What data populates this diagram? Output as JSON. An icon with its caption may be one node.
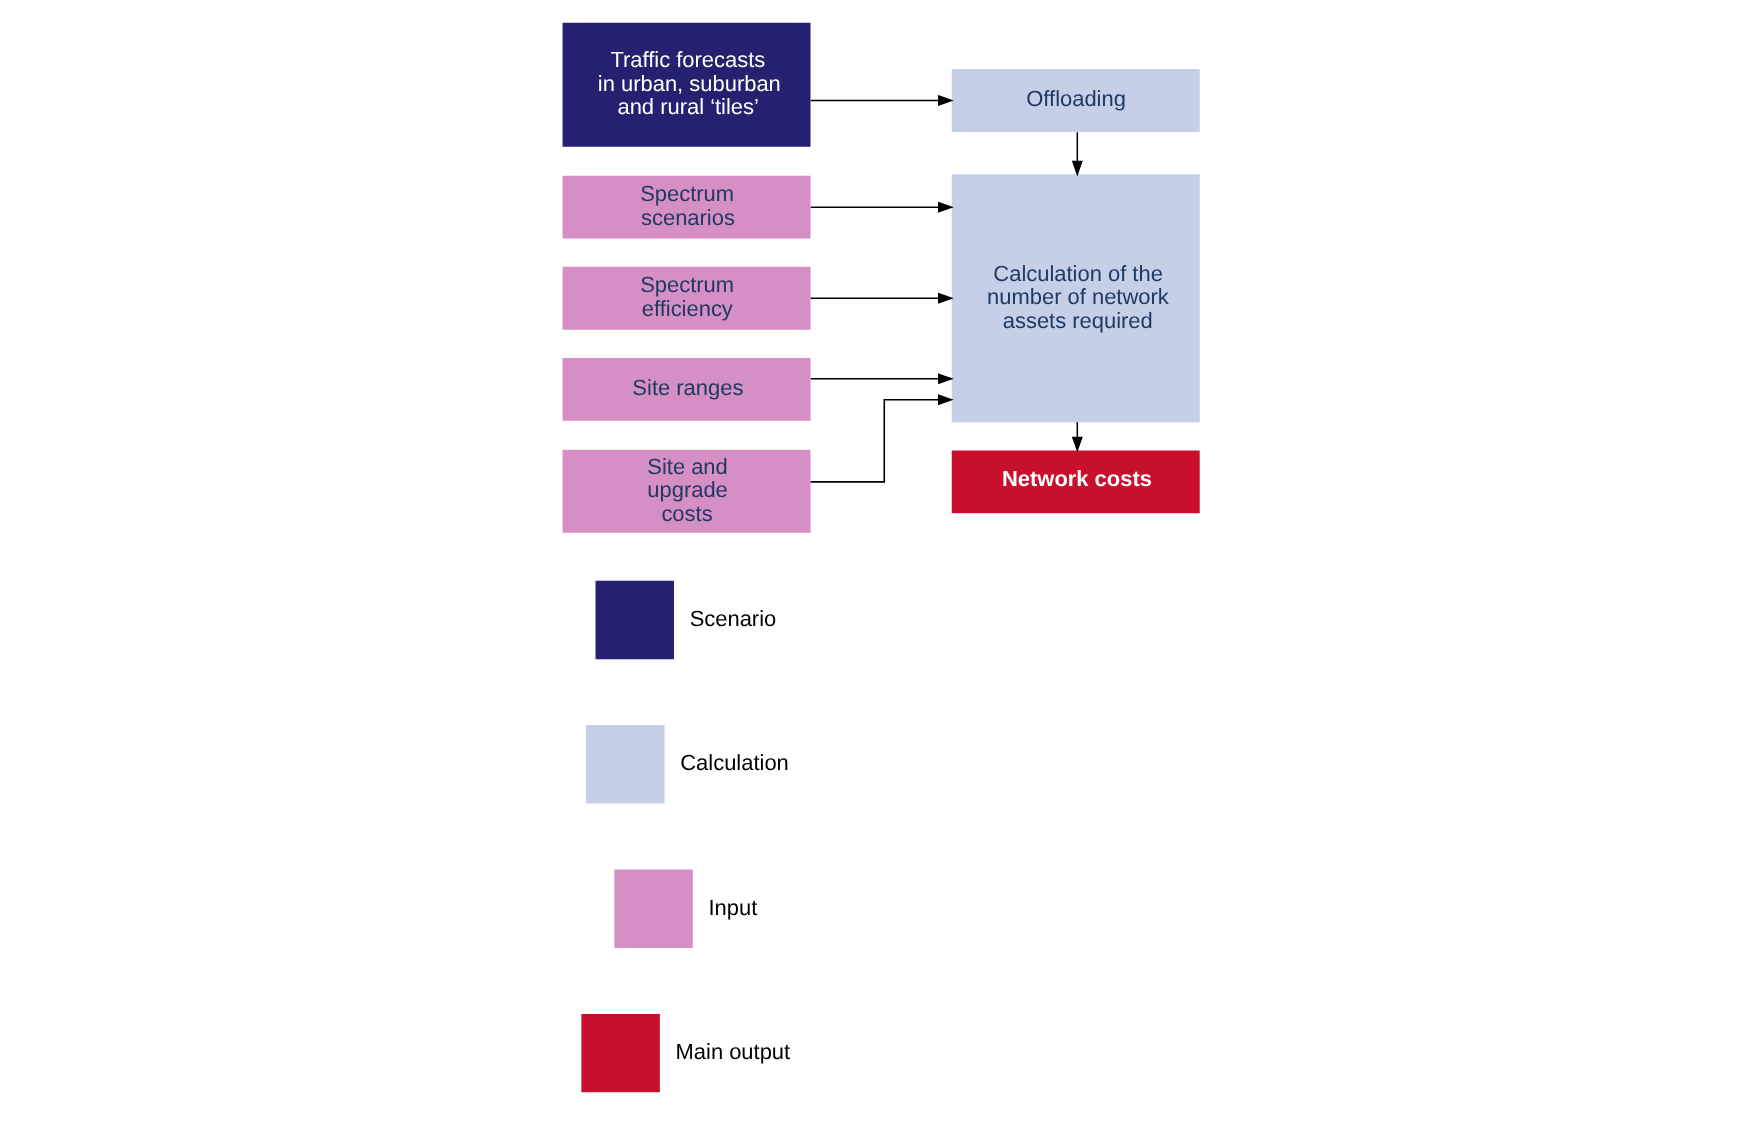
{
  "diagram": {
    "nodes": [
      {
        "text": [
          "Traffic forecasts in urban, suburban and rural ‘tiles’"
        ]
      },
      {
        "text": [
          "Offloading"
        ]
      },
      {
        "text": [
          "Spectrum scenarios"
        ]
      },
      {
        "text": [
          "Spectrum efficiency"
        ]
      },
      {
        "text": [
          "Site ranges"
        ]
      },
      {
        "text": [
          "Site and upgrade costs"
        ]
      },
      {
        "text": [
          "Calculation of the number of network assets required"
        ]
      },
      {
        "text": [
          "Network costs"
        ]
      }
    ],
    "edges": [
      {
        "from": 0,
        "to": 1,
        "arrow": "to"
      },
      {
        "from": 1,
        "to": 6,
        "arrow": "to"
      },
      {
        "from": 2,
        "to": 6,
        "arrow": "to"
      },
      {
        "from": 3,
        "to": 6,
        "arrow": "to"
      },
      {
        "from": 4,
        "to": 6,
        "arrow": "to"
      },
      {
        "from": 5,
        "to": 6,
        "arrow": "to"
      },
      {
        "from": 6,
        "to": 7,
        "arrow": "to"
      }
    ],
    "legend": [
      {
        "text": "Scenario",
        "color": "#252070"
      },
      {
        "text": "Calculation",
        "color": "#c5cfe8"
      },
      {
        "text": "Input",
        "color": "#d58fc4"
      },
      {
        "text": "Main output",
        "color": "#c8102e"
      }
    ]
  }
}
